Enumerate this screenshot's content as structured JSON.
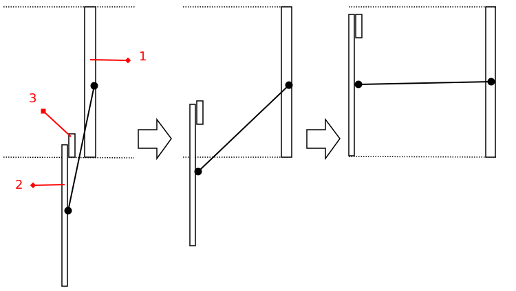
{
  "colors": {
    "line": "#000000",
    "callout": "#ff0000",
    "background": "#ffffff"
  },
  "callouts": {
    "label_1": "1",
    "label_2": "2",
    "label_3": "3"
  },
  "panels": [
    {
      "stage": "initial"
    },
    {
      "stage": "intermediate"
    },
    {
      "stage": "final"
    }
  ],
  "arrows": [
    {
      "direction": "right"
    },
    {
      "direction": "right"
    }
  ]
}
